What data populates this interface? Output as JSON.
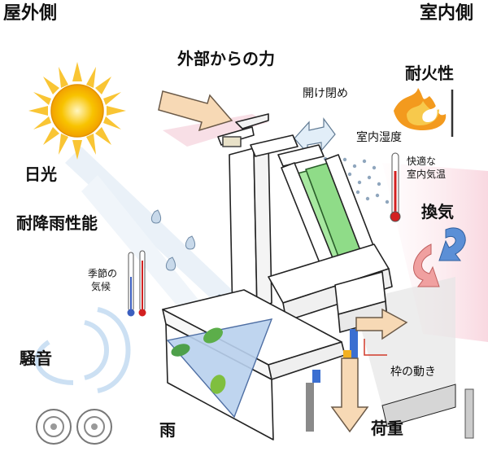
{
  "labels": {
    "outdoor_side": "屋外側",
    "indoor_side": "室内側",
    "external_force": "外部からの力",
    "fire_resistance": "耐火性",
    "open_close": "開け閉め",
    "indoor_humidity": "室内湿度",
    "comfortable_temp_line1": "快適な",
    "comfortable_temp_line2": "室内気温",
    "sunlight": "日光",
    "rain_resistance": "耐降雨性能",
    "ventilation": "換気",
    "seasonal_climate_line1": "季節の",
    "seasonal_climate_line2": "気候",
    "noise": "騒音",
    "frame_movement": "枠の動き",
    "rain": "雨",
    "load": "荷重"
  },
  "colors": {
    "sun": "#f5b400",
    "sun_ray": "#f9c534",
    "arrow_fill": "#f7d9b5",
    "arrow_stroke": "#6b5a48",
    "glass": "#a7e8a0",
    "frame": "#ffffff",
    "frame_line": "#222222",
    "rain_light": "#cfe3f4",
    "drop": "#9fb8d4",
    "wind_blue": "#2f72c4",
    "wind_red": "#e87d7d",
    "fire": "#f39a1e",
    "thermo_red": "#d32020",
    "floor_pink": "#f6d3db",
    "floor_gray": "#cfcfcf"
  },
  "icons": [
    "sun-icon",
    "fire-icon",
    "thermometer-icon",
    "ventilation-arrows-icon",
    "sound-wave-icon",
    "speaker-icon",
    "leaf-icon",
    "raindrop-icon"
  ]
}
